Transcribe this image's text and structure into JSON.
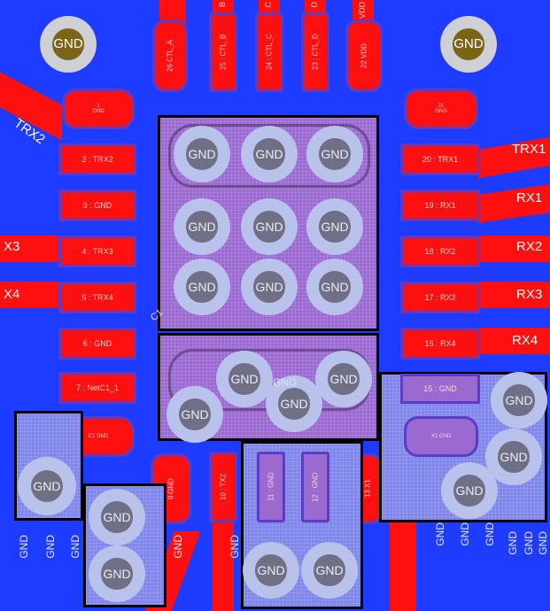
{
  "colors": {
    "board": "#1e3cff",
    "copper": "#ff1010",
    "pour": "#9a6ad0",
    "via": "#b8c2ea"
  },
  "mount_holes": [
    {
      "net": "GND"
    },
    {
      "net": "GND"
    }
  ],
  "top_pads": [
    {
      "name": "26",
      "label": "CTL_A"
    },
    {
      "name": "25 : CTL_B"
    },
    {
      "name": "24 : CTL_C"
    },
    {
      "name": "23 : CTL_D"
    },
    {
      "name": "22",
      "label": "VDD"
    }
  ],
  "top_edge_labels": [
    "B",
    "C",
    "D",
    "VDD"
  ],
  "corner_pads": [
    {
      "name": "1",
      "label": "GND"
    },
    {
      "name": "21",
      "label": "GND"
    }
  ],
  "left_pads": [
    "2 : TRX2",
    "3 : GND",
    "4 : TRX3",
    "5 : TRX4",
    "6 : GND",
    "7 : NetC1_1"
  ],
  "right_pads": [
    "20 : TRX1",
    "19 : RX1",
    "18 : RX2",
    "17 : RX3",
    "16 : RX4",
    "15 : GND"
  ],
  "bottom_pads": [
    {
      "name": "9",
      "label": "GND"
    },
    {
      "name": "10 : TX2"
    },
    {
      "name": "11 : GND"
    },
    {
      "name": "12 : GND"
    },
    {
      "name": "13",
      "label": "X1"
    }
  ],
  "small_labels": [
    "C1",
    "GND",
    "X1",
    "GND",
    "C1",
    "GND"
  ],
  "net_labels": {
    "left": [
      "TRX2",
      "X3",
      "X4"
    ],
    "right": [
      "TRX1",
      "RX1",
      "RX2",
      "RX3",
      "RX4"
    ]
  },
  "bottom_gnd_labels": [
    "GND",
    "GND",
    "GND",
    "GND",
    "GND",
    "GND",
    "GND",
    "GND",
    "GND",
    "GND",
    "GND"
  ],
  "via_label": "GND"
}
